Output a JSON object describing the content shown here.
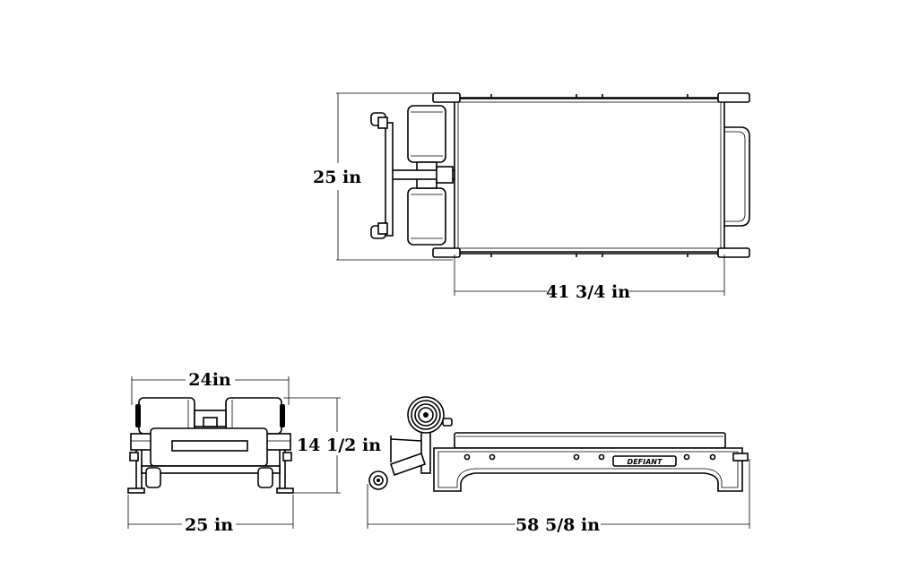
{
  "dimensions": {
    "top_depth": "25 in",
    "top_length": "41 3/4 in",
    "front_top_width": "24in",
    "front_height": "14 1/2 in",
    "front_base_width": "25 in",
    "side_length": "58 5/8 in"
  },
  "brand": "DEFIANT",
  "colors": {
    "line": "#000000",
    "background": "#ffffff"
  }
}
